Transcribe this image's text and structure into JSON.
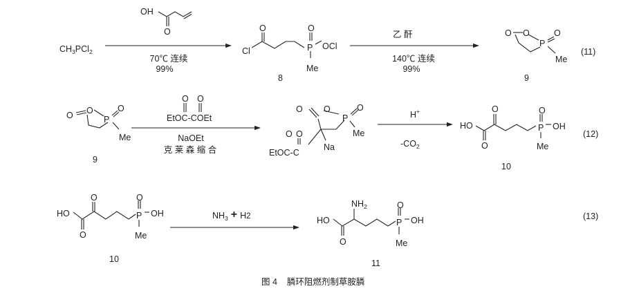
{
  "reaction11": {
    "reactant": {
      "label_main": "CH",
      "label_sub1": "3",
      "label_mid": "PCl",
      "label_sub2": "2"
    },
    "reagent_oh": "OH",
    "reagent_o": "O",
    "condition": "70℃ 连续",
    "yield": "99%",
    "product8": {
      "cl": "Cl",
      "o1": "O",
      "p": "P",
      "o2": "O",
      "ocl": "OCl",
      "me": "Me",
      "number": "8"
    },
    "reagent2": "乙 酐",
    "condition2": "140℃ 连续",
    "yield2": "99%",
    "product9": {
      "o_ring": "O",
      "o_carbonyl": "O",
      "p": "P",
      "o_p": "O",
      "me": "Me",
      "number": "9"
    },
    "eq_number": "(11)"
  },
  "reaction12": {
    "reactant9": {
      "o_carbonyl": "O",
      "o_ring": "O",
      "p": "P",
      "o_p": "O",
      "me": "Me",
      "number": "9"
    },
    "oxalate": {
      "o1": "O",
      "o2": "O",
      "formula": "EtOC-COEt"
    },
    "base": "NaOEt",
    "reaction_name": "克 莱 森 缩 合",
    "intermediate": {
      "o_carbonyl": "O",
      "o_ring": "O",
      "p": "P",
      "o_p": "O",
      "me": "Me",
      "na": "Na",
      "o_ester1": "O",
      "o_ester2": "O",
      "ester": "EtOC-C"
    },
    "acid": "H",
    "acid_sup": "+",
    "decarboxylation": "-CO",
    "decarboxylation_sub": "2",
    "product10": {
      "ho": "HO",
      "o_ketone": "O",
      "o_acid": "O",
      "p": "P",
      "o_p": "O",
      "oh": "OH",
      "me": "Me",
      "number": "10"
    },
    "eq_number": "(12)"
  },
  "reaction13": {
    "reactant10": {
      "ho": "HO",
      "o_ketone": "O",
      "o_acid": "O",
      "p": "P",
      "o_p": "O",
      "oh": "OH",
      "me": "Me",
      "number": "10"
    },
    "reagent": {
      "nh": "NH",
      "nh_sub": "3",
      "plus": "+",
      "h": "H",
      "h_sub": "2"
    },
    "product11": {
      "nh2": "NH",
      "nh2_sub": "2",
      "ho": "HO",
      "o_acid": "O",
      "p": "P",
      "o_p": "O",
      "oh": "OH",
      "me": "Me",
      "number": "11"
    },
    "eq_number": "(13)"
  },
  "caption": "图 4    膦环阻燃剂制草胺膦"
}
